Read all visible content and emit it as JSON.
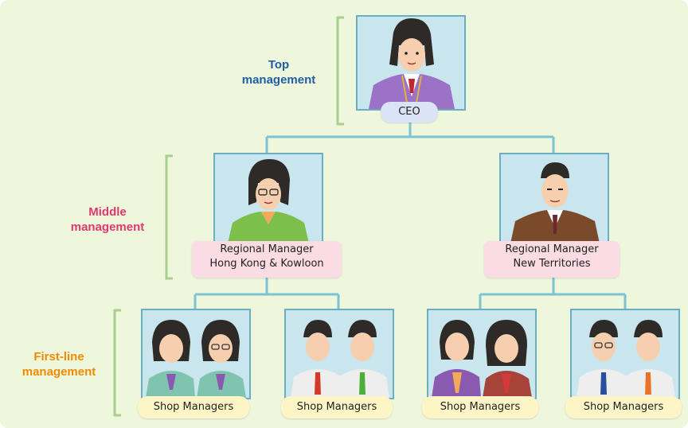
{
  "levels": {
    "top": {
      "line1": "Top",
      "line2": "management"
    },
    "middle": {
      "line1": "Middle",
      "line2": "management"
    },
    "first_line": {
      "line1": "First-line",
      "line2": "management"
    }
  },
  "nodes": {
    "ceo": {
      "title": "CEO"
    },
    "regional_hk": {
      "line1": "Regional Manager",
      "line2": "Hong Kong & Kowloon"
    },
    "regional_nt": {
      "line1": "Regional Manager",
      "line2": "New Territories"
    },
    "shop_managers": [
      "Shop Managers",
      "Shop Managers",
      "Shop Managers",
      "Shop Managers"
    ]
  },
  "colors": {
    "background": "#eef6dc",
    "connector": "#7cc3d3",
    "bracket": "#a9cf8c",
    "top_label": "#1f5fa8",
    "middle_label": "#e0386f",
    "first_line_label": "#f08a00",
    "ceo_box": "#dbe4f6",
    "regional_box": "#fbdbe4",
    "shop_box": "#fdf5c6"
  }
}
